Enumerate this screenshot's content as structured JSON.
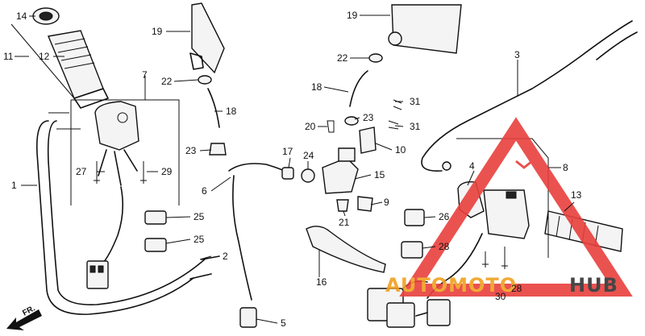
{
  "callouts": {
    "c1": "1",
    "c2": "2",
    "c3": "3",
    "c4": "4",
    "c5": "5",
    "c6": "6",
    "c7": "7",
    "c8": "8",
    "c9": "9",
    "c10": "10",
    "c11": "11",
    "c12": "12",
    "c13": "13",
    "c14": "14",
    "c15": "15",
    "c16": "16",
    "c17": "17",
    "c18": "18",
    "c18b": "18",
    "c19": "19",
    "c19b": "19",
    "c20": "20",
    "c21": "21",
    "c22": "22",
    "c22b": "22",
    "c23": "23",
    "c23b": "23",
    "c24": "24",
    "c25": "25",
    "c25b": "25",
    "c26": "26",
    "c27": "27",
    "c28": "28",
    "c28b": "28",
    "c29": "29",
    "c30": "30",
    "c31": "31",
    "c31b": "31"
  },
  "direction_arrow": {
    "label": "FR."
  },
  "watermark": {
    "text_left": "AUTOMOTO",
    "text_right": "HUB",
    "color_accent": "#e8403c",
    "color_dark": "#333333",
    "color_orange": "#f0a020"
  }
}
